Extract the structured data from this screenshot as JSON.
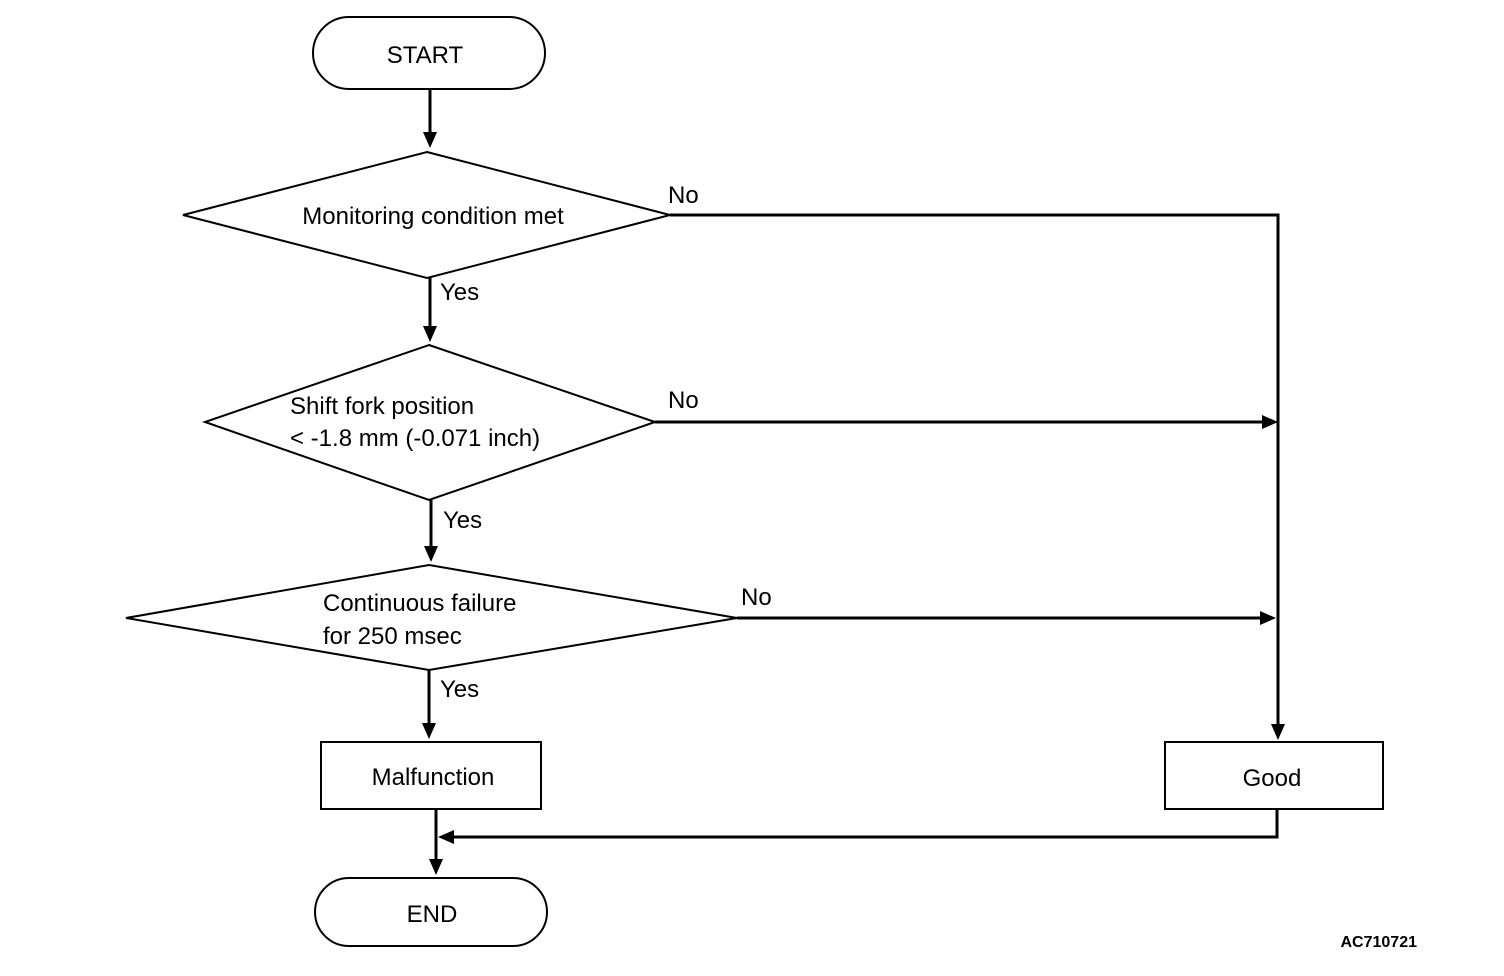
{
  "nodes": {
    "start": "START",
    "monitoring_condition": "Monitoring condition met",
    "shift_fork_line1": "Shift fork position",
    "shift_fork_line2": "< -1.8 mm (-0.071 inch)",
    "continuous_failure_line1": "Continuous failure",
    "continuous_failure_line2": "for 250 msec",
    "malfunction": "Malfunction",
    "good": "Good",
    "end": "END"
  },
  "edges": {
    "monitoring_no": "No",
    "monitoring_yes": "Yes",
    "shift_fork_no": "No",
    "shift_fork_yes": "Yes",
    "continuous_no": "No",
    "continuous_yes": "Yes"
  },
  "figure_id": "AC710721"
}
